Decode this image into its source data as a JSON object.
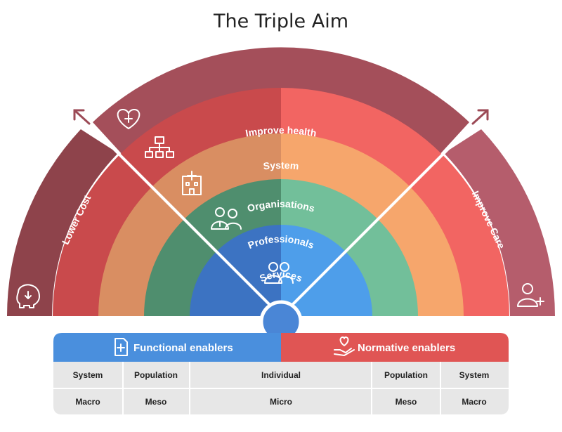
{
  "title": "The Triple Aim",
  "aims": {
    "improve_health": "Improve health",
    "lower_cost": "Lower Cost",
    "improve_care": "Improve Care"
  },
  "levels": {
    "system": "System",
    "organisations": "Organisations",
    "professionals": "Professionals",
    "services": "Services"
  },
  "enablers": {
    "functional": "Functional enablers",
    "normative": "Normative enablers"
  },
  "table": {
    "row1": [
      "System",
      "Population",
      "Individual",
      "Population",
      "System"
    ],
    "row2": [
      "Macro",
      "Meso",
      "Micro",
      "Meso",
      "Macro"
    ]
  },
  "colors": {
    "improve_health": "#A44F5A",
    "lower_cost": "#8E434B",
    "improve_care": "#B55D6C",
    "system_left": "#C94A4C",
    "system_right": "#F26562",
    "org_left": "#D98E62",
    "org_right": "#F6A66C",
    "prof_left": "#4F8E6E",
    "prof_right": "#72BF9A",
    "serv_left": "#3C73C2",
    "serv_right": "#4E9EEA",
    "functional": "#4A8FDD",
    "normative": "#E05554",
    "center": "#4A86D6"
  },
  "icons": [
    "heart-plus-icon",
    "org-chart-icon",
    "hospital-icon",
    "professionals-icon",
    "patients-icon",
    "piggy-bank-icon",
    "patient-plus-icon",
    "document-icon",
    "hand-heart-icon"
  ]
}
